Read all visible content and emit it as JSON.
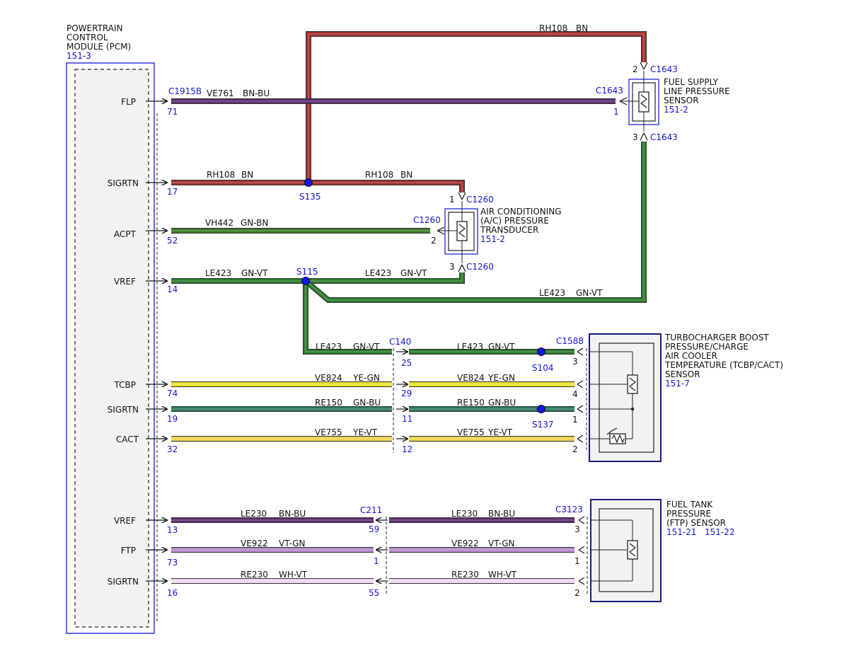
{
  "colors": {
    "BN": "#a23030",
    "BN-BU": "#5b2d70",
    "GN-VT": "#2c7a2c",
    "GN-BN": "#3a7a2a",
    "YE-GN": "#e8e42a",
    "YE-VT": "#ecd24e",
    "GN-BU": "#2a7a5a",
    "VT-GN": "#b48ac8",
    "WH-VT": "#efd8ef",
    "connector": "#1414d8",
    "splice": "#1414ff"
  },
  "pcm": {
    "title_lines": [
      "POWERTRAIN",
      "CONTROL",
      "MODULE (PCM)"
    ],
    "ref": "151-3",
    "pins": [
      {
        "id": "flp",
        "label": "FLP",
        "num": "71",
        "connector": "C1915B"
      },
      {
        "id": "sigrtn1",
        "label": "SIGRTN",
        "num": "17"
      },
      {
        "id": "acpt",
        "label": "ACPT",
        "num": "52"
      },
      {
        "id": "vref1",
        "label": "VREF",
        "num": "14"
      },
      {
        "id": "tcbp",
        "label": "TCBP",
        "num": "74"
      },
      {
        "id": "sigrtn2",
        "label": "SIGRTN",
        "num": "19"
      },
      {
        "id": "cact",
        "label": "CACT",
        "num": "32"
      },
      {
        "id": "vref2",
        "label": "VREF",
        "num": "13"
      },
      {
        "id": "ftp",
        "label": "FTP",
        "num": "73"
      },
      {
        "id": "sigrtn3",
        "label": "SIGRTN",
        "num": "16"
      }
    ]
  },
  "wire_labels": [
    {
      "id": "rh108-top",
      "circuit": "RH108",
      "color": "BN"
    },
    {
      "id": "ve761",
      "circuit": "VE761",
      "color": "BN-BU"
    },
    {
      "id": "rh108-a",
      "circuit": "RH108",
      "color": "BN"
    },
    {
      "id": "rh108-b",
      "circuit": "RH108",
      "color": "BN"
    },
    {
      "id": "vh442",
      "circuit": "VH442",
      "color": "GN-BN"
    },
    {
      "id": "le423-a",
      "circuit": "LE423",
      "color": "GN-VT"
    },
    {
      "id": "le423-b",
      "circuit": "LE423",
      "color": "GN-VT"
    },
    {
      "id": "le423-c",
      "circuit": "LE423",
      "color": "GN-VT"
    },
    {
      "id": "le423-d",
      "circuit": "LE423",
      "color": "GN-VT"
    },
    {
      "id": "le423-e",
      "circuit": "LE423",
      "color": "GN-VT"
    },
    {
      "id": "ve824-a",
      "circuit": "VE824",
      "color": "YE-GN"
    },
    {
      "id": "ve824-b",
      "circuit": "VE824",
      "color": "YE-GN"
    },
    {
      "id": "re150-a",
      "circuit": "RE150",
      "color": "GN-BU"
    },
    {
      "id": "re150-b",
      "circuit": "RE150",
      "color": "GN-BU"
    },
    {
      "id": "ve755-a",
      "circuit": "VE755",
      "color": "YE-VT"
    },
    {
      "id": "ve755-b",
      "circuit": "VE755",
      "color": "YE-VT"
    },
    {
      "id": "le230-a",
      "circuit": "LE230",
      "color": "BN-BU"
    },
    {
      "id": "le230-b",
      "circuit": "LE230",
      "color": "BN-BU"
    },
    {
      "id": "ve922-a",
      "circuit": "VE922",
      "color": "VT-GN"
    },
    {
      "id": "ve922-b",
      "circuit": "VE922",
      "color": "VT-GN"
    },
    {
      "id": "re230-a",
      "circuit": "RE230",
      "color": "WH-VT"
    },
    {
      "id": "re230-b",
      "circuit": "RE230",
      "color": "WH-VT"
    }
  ],
  "splices": [
    {
      "id": "s135",
      "label": "S135"
    },
    {
      "id": "s115",
      "label": "S115"
    },
    {
      "id": "s104",
      "label": "S104"
    },
    {
      "id": "s137",
      "label": "S137"
    }
  ],
  "inline_connectors": [
    {
      "id": "c140",
      "label": "C140",
      "pins": [
        "25",
        "29",
        "11",
        "12"
      ]
    },
    {
      "id": "c211",
      "label": "C211",
      "pins": [
        "59",
        "1",
        "55"
      ]
    }
  ],
  "components": [
    {
      "id": "fuel-supply-sensor",
      "title_lines": [
        "FUEL SUPPLY",
        "LINE PRESSURE",
        "SENSOR"
      ],
      "ref": "151-2",
      "connectors": [
        {
          "label": "C1643",
          "pin": "2"
        },
        {
          "label": "C1643",
          "pin": "1"
        },
        {
          "label": "C1643",
          "pin": "3"
        }
      ]
    },
    {
      "id": "ac-pressure-transducer",
      "title_lines": [
        "AIR CONDITIONING",
        "(A/C) PRESSURE",
        "TRANSDUCER"
      ],
      "ref": "151-2",
      "connectors": [
        {
          "label": "C1260",
          "pin": "1"
        },
        {
          "label": "C1260",
          "pin": "2"
        },
        {
          "label": "C1260",
          "pin": "3"
        }
      ]
    },
    {
      "id": "tcbp-cact-sensor",
      "title_lines": [
        "TURBOCHARGER BOOST",
        "PRESSURE/CHARGE",
        "AIR COOLER",
        "TEMPERATURE (TCBP/CACT)",
        "SENSOR"
      ],
      "ref": "151-7",
      "connector": "C1588",
      "pins": [
        "3",
        "4",
        "1",
        "2"
      ]
    },
    {
      "id": "ftp-sensor",
      "title_lines": [
        "FUEL TANK",
        "PRESSURE",
        "(FTP) SENSOR"
      ],
      "ref": "151-21   151-22",
      "connector": "C3123",
      "pins": [
        "3",
        "1",
        "2"
      ]
    }
  ]
}
